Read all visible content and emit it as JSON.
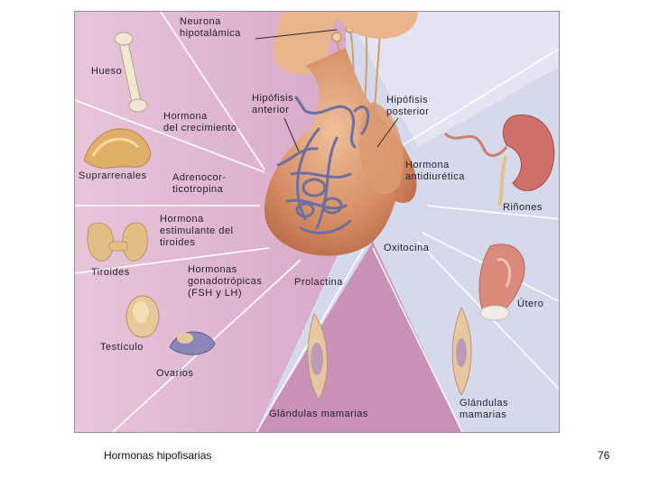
{
  "caption": "Hormonas hipofisarias",
  "page_number": "76",
  "labels": {
    "neurona": "Neurona\nhipotalámica",
    "hueso": "Hueso",
    "hip_anterior": "Hipófisis\nanterior",
    "hip_posterior": "Hipófisis\nposterior",
    "hormona_crec": "Hormona\ndel crecimiento",
    "suprarrenales": "Suprarrenales",
    "adrenocorticotropina": "Adrenocor-\nticotropina",
    "hormona_antidiuretica": "Hormona\nantidiurética",
    "rinones": "Riñones",
    "estimulante_tiroides": "Hormona\nestimulante del\ntiroides",
    "oxitocina": "Oxitocina",
    "tiroides": "Tiroides",
    "gonadotropicas": "Hormonas\ngonadotrópicas\n(FSH y LH)",
    "prolactina": "Prolactina",
    "utero": "Útero",
    "testiculo": "Testículo",
    "ovarios": "Ovarios",
    "glandulas_centro": "Glándulas mamarias",
    "glandulas_derecha": "Glándulas\nmamarias"
  },
  "colors": {
    "left_panel": "#dcb6cf",
    "right_panel": "#d4d6ea",
    "bottom_panel": "#c48cb4",
    "gland": "#d9956a",
    "vessels": "#6c6fa0"
  }
}
